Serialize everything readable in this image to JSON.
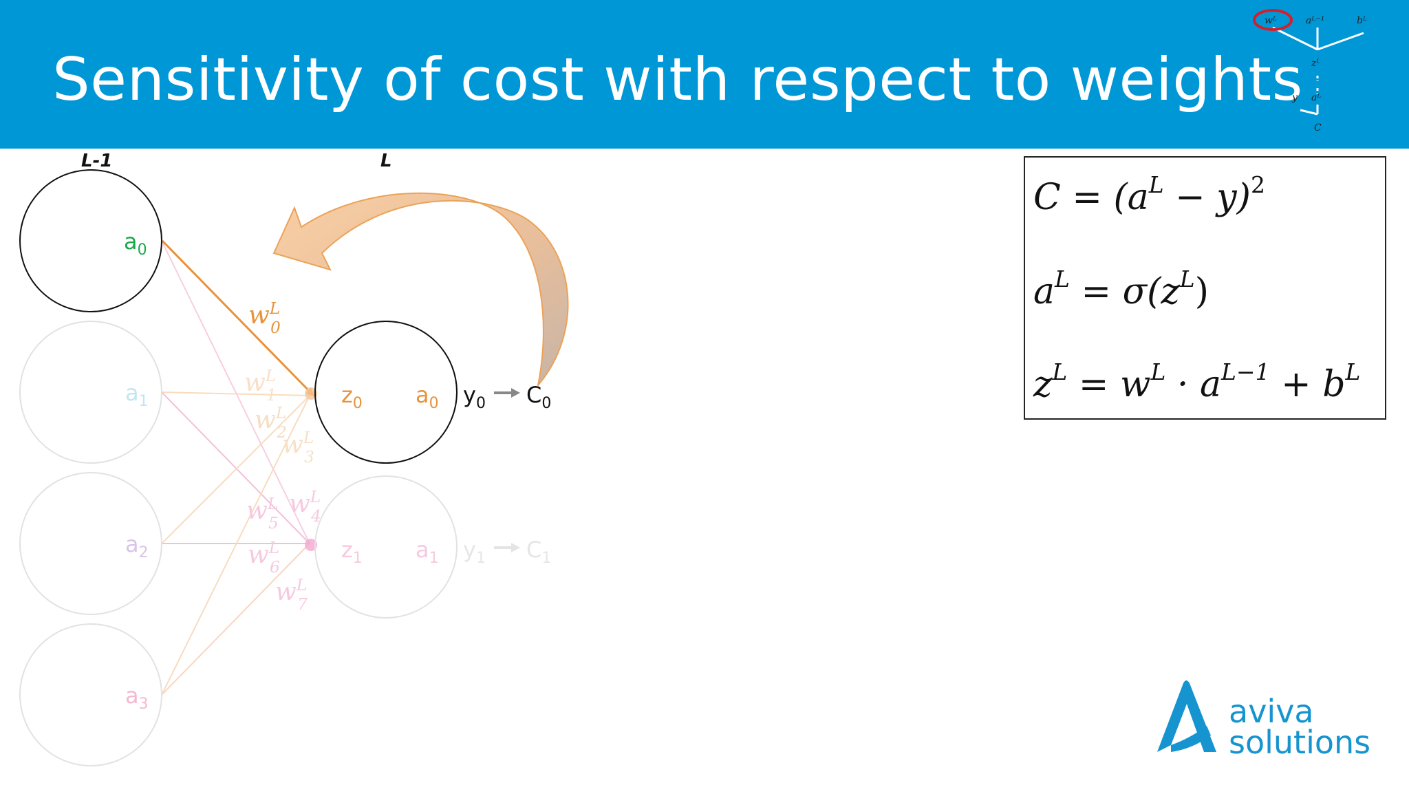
{
  "title": "Sensitivity of cost with respect to weights",
  "mini_tree": {
    "nodes": [
      "wᴸ",
      "aᴸ⁻¹",
      "bᴸ",
      "zᴸ",
      "y",
      "aᴸ",
      "C"
    ],
    "highlight": "wᴸ",
    "highlight_color": "#d2202a"
  },
  "network": {
    "layer_labels": [
      "L-1",
      "L"
    ],
    "prev_layer": [
      "a",
      "a",
      "a",
      "a"
    ],
    "prev_subs": [
      "0",
      "1",
      "2",
      "3"
    ],
    "out_z": [
      "z",
      "z"
    ],
    "out_z_subs": [
      "0",
      "1"
    ],
    "out_a": [
      "a",
      "a"
    ],
    "out_a_subs": [
      "0",
      "1"
    ],
    "targets": [
      "y",
      "y"
    ],
    "target_subs": [
      "0",
      "1"
    ],
    "costs": [
      "C",
      "C"
    ],
    "cost_subs": [
      "0",
      "1"
    ],
    "weight_base": "w",
    "weight_sup": "L",
    "weight_subs": [
      "0",
      "1",
      "2",
      "3",
      "4",
      "5",
      "6",
      "7"
    ]
  },
  "formulas": {
    "line1": {
      "lhs": "C",
      "eq": "=",
      "open": "(a",
      "sup1": "L",
      "rest": " − y)",
      "sup2": "2"
    },
    "line2": {
      "lhs": "a",
      "sup1": "L",
      "eq": "=",
      "rhs": "σ(z",
      "sup2": "L",
      "close": ")"
    },
    "line3": {
      "lhs": "z",
      "sup1": "L",
      "eq": "=",
      "w": "w",
      "sup2": "L",
      "dot": " · a",
      "sup3": "L−1",
      "plus": " + b",
      "sup4": "L"
    }
  },
  "logo": {
    "line1": "aviva",
    "line2": "solutions"
  },
  "colors": {
    "header": "#0097d7",
    "a0_green": "#1aa84d",
    "orange": "#e8923a",
    "faded_orange": "#f5d5b5",
    "pink": "#f4bfd9",
    "logo": "#1594cf"
  }
}
